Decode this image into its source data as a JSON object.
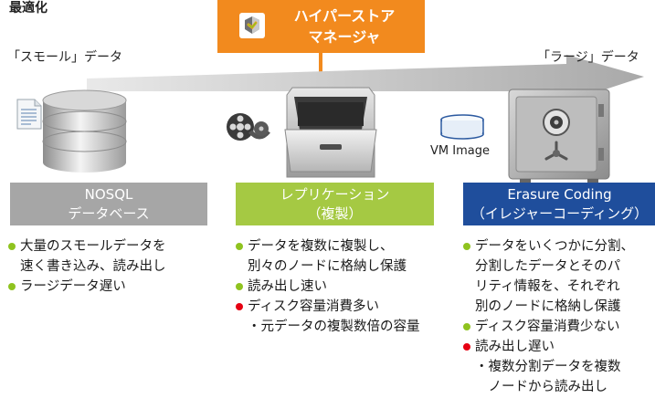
{
  "top_left_label": "最適化",
  "manager": {
    "line1": "ハイパーストア",
    "line2": "マネージャ"
  },
  "scale": {
    "small_label": "「スモール」データ",
    "large_label": "「ラージ」データ"
  },
  "vm_image_label": "VM Image",
  "categories": {
    "nosql": {
      "line1": "NOSQL",
      "line2": "データベース",
      "color": "#a6a6a6"
    },
    "replication": {
      "line1": "レプリケーション",
      "line2": "（複製）",
      "color": "#a5c943"
    },
    "erasure": {
      "line1": "Erasure Coding",
      "line2": "（イレジャーコーディング）",
      "color": "#1f4e9c"
    }
  },
  "accent_colors": {
    "manager": "#f28a1e",
    "arrow": "#b7b7b7",
    "pro_bullet": "#8fc31f",
    "con_bullet": "#e60012"
  },
  "nosql_points": [
    {
      "type": "pro",
      "lines": [
        "大量のスモールデータを",
        "速く書き込み、読み出し"
      ]
    },
    {
      "type": "pro",
      "lines": [
        "ラージデータ遅い"
      ]
    }
  ],
  "replication_points": [
    {
      "type": "pro",
      "lines": [
        "データを複数に複製し、",
        "別々のノードに格納し保護"
      ]
    },
    {
      "type": "pro",
      "lines": [
        "読み出し速い"
      ]
    },
    {
      "type": "con",
      "lines": [
        "ディスク容量消費多い"
      ]
    },
    {
      "type": "sub",
      "lines": [
        "・元データの複製数倍の容量"
      ]
    }
  ],
  "erasure_points": [
    {
      "type": "pro",
      "lines": [
        "データをいくつかに分割、",
        "分割したデータとそのパ",
        "リティ情報を、それぞれ",
        "別のノードに格納し保護"
      ]
    },
    {
      "type": "pro",
      "lines": [
        "ディスク容量消費少ない"
      ]
    },
    {
      "type": "con",
      "lines": [
        "読み出し遅い"
      ]
    },
    {
      "type": "sub",
      "lines": [
        "・複数分割データを複数",
        "　ノードから読み出し"
      ]
    }
  ],
  "icons": [
    "document-icon",
    "database-icon",
    "film-reel-icon",
    "file-cabinet-icon",
    "vm-disk-icon",
    "safe-icon",
    "manager-logo-icon"
  ]
}
